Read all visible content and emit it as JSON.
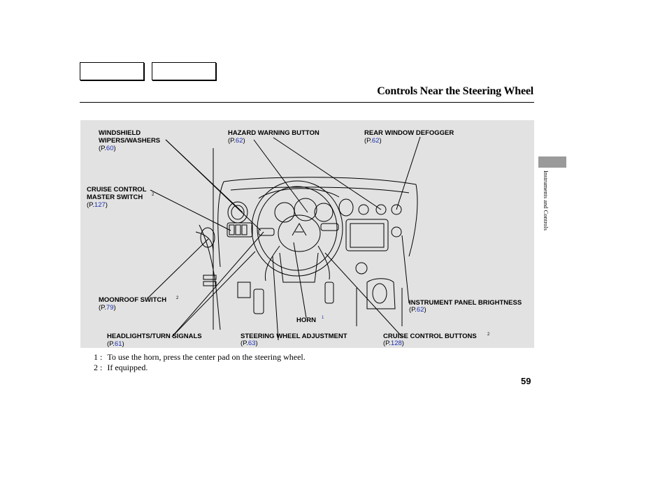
{
  "header": {
    "nav_boxes": [
      "",
      ""
    ],
    "title": "Controls Near the Steering Wheel"
  },
  "labels": {
    "wipers": {
      "line1": "WINDSHIELD",
      "line2": "WIPERS/WASHERS",
      "ref_prefix": "(P.",
      "page": "60",
      "ref_suffix": ")"
    },
    "hazard": {
      "line1": "HAZARD WARNING BUTTON",
      "ref_prefix": "(P.",
      "page": "62",
      "ref_suffix": ")"
    },
    "defogger": {
      "line1": "REAR WINDOW DEFOGGER",
      "ref_prefix": "(P.",
      "page": "62",
      "ref_suffix": ")"
    },
    "cruise_master": {
      "line1": "CRUISE CONTROL",
      "line2": "MASTER SWITCH",
      "sup": "2",
      "ref_prefix": "(P.",
      "page": "127",
      "ref_suffix": ")"
    },
    "moonroof": {
      "line1": "MOONROOF SWITCH",
      "sup": "2",
      "ref_prefix": "(P.",
      "page": "79",
      "ref_suffix": ")"
    },
    "panel_brightness": {
      "line1": "INSTRUMENT PANEL BRIGHTNESS",
      "ref_prefix": "(P.",
      "page": "62",
      "ref_suffix": ")"
    },
    "horn": {
      "line1": "HORN",
      "sup": "1"
    },
    "headlights": {
      "line1": "HEADLIGHTS/TURN SIGNALS",
      "ref_prefix": "(P.",
      "page": "61",
      "ref_suffix": ")"
    },
    "steering_adj": {
      "line1": "STEERING WHEEL ADJUSTMENT",
      "ref_prefix": "(P.",
      "page": "63",
      "ref_suffix": ")"
    },
    "cruise_buttons": {
      "line1": "CRUISE CONTROL BUTTONS",
      "sup": "2",
      "ref_prefix": "(P.",
      "page": "128",
      "ref_suffix": ")"
    }
  },
  "footnotes": [
    {
      "marker": "1 :",
      "text": "To use the horn, press the center pad on the steering wheel."
    },
    {
      "marker": "2 :",
      "text": "If equipped."
    }
  ],
  "page_number": "59",
  "side_tab": "Instruments and Controls"
}
